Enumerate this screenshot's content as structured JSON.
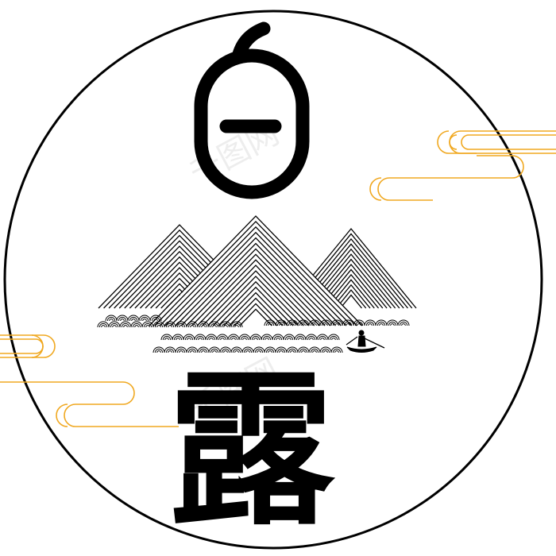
{
  "artwork": {
    "characters": [
      "白",
      "露"
    ],
    "watermark": "千图网 · 千库网",
    "colors": {
      "background": "#ffffff",
      "ink": "#000000",
      "cloud": "#f0a820",
      "watermark": "#e6e6e6"
    }
  }
}
